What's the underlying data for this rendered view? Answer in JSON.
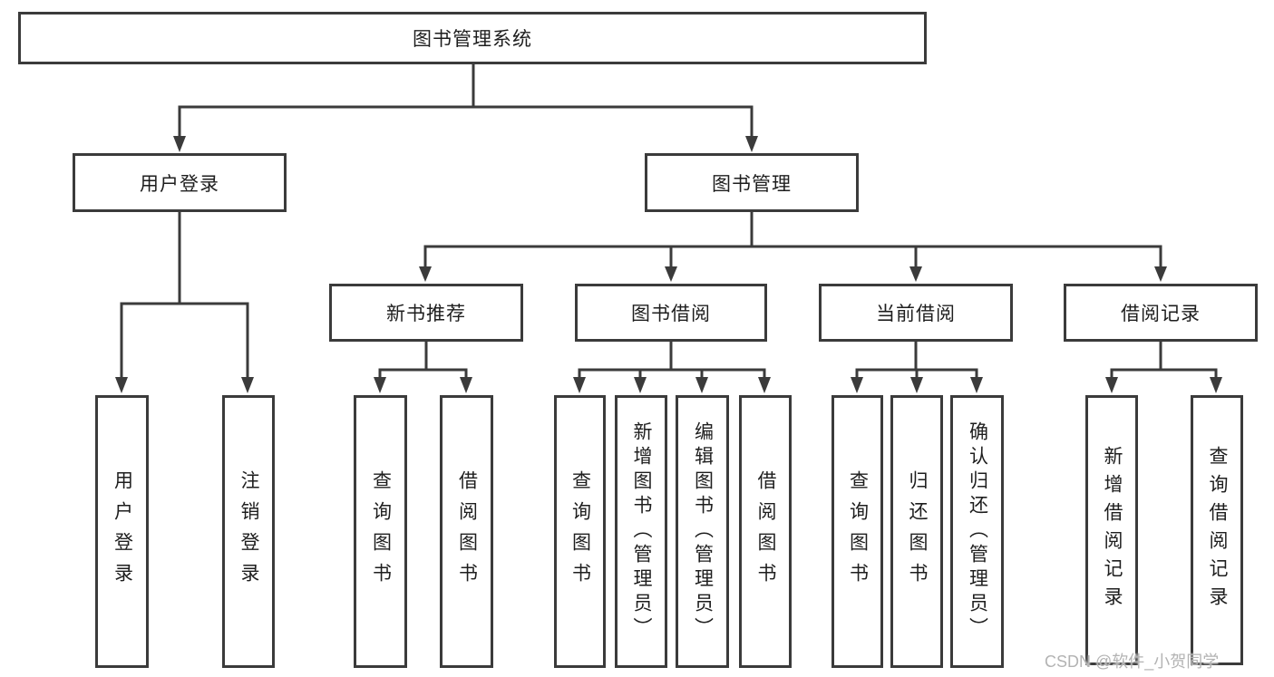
{
  "diagram": {
    "type": "tree-diagram",
    "colors": {
      "line": "#3b3b3b",
      "box_border": "#3b3b3b",
      "box_fill": "#ffffff",
      "text": "#1e1e1e",
      "watermark": "#b3b3b3"
    },
    "nodes": {
      "root": {
        "label": "图书管理系统"
      },
      "user_login": {
        "label": "用户登录"
      },
      "book_mgmt": {
        "label": "图书管理"
      },
      "new_book_rec": {
        "label": "新书推荐"
      },
      "book_borrow": {
        "label": "图书借阅"
      },
      "current_borrow": {
        "label": "当前借阅"
      },
      "borrow_record": {
        "label": "借阅记录"
      },
      "leaf_user_login": {
        "label": "用户登录"
      },
      "leaf_logout": {
        "label": "注销登录"
      },
      "leaf_query_book_1": {
        "label": "查询图书"
      },
      "leaf_borrow_book_1": {
        "label": "借阅图书"
      },
      "leaf_query_book_2": {
        "label": "查询图书"
      },
      "leaf_add_book": {
        "label": "新增图书（管理员）"
      },
      "leaf_edit_book": {
        "label": "编辑图书（管理员）"
      },
      "leaf_borrow_book_2": {
        "label": "借阅图书"
      },
      "leaf_query_book_3": {
        "label": "查询图书"
      },
      "leaf_return_book": {
        "label": "归还图书"
      },
      "leaf_confirm_return": {
        "label": "确认归还（管理员）"
      },
      "leaf_add_record": {
        "label": "新增借阅记录"
      },
      "leaf_query_record": {
        "label": "查询借阅记录"
      }
    },
    "edges": [
      [
        "root",
        "user_login"
      ],
      [
        "root",
        "book_mgmt"
      ],
      [
        "user_login",
        "leaf_user_login"
      ],
      [
        "user_login",
        "leaf_logout"
      ],
      [
        "book_mgmt",
        "new_book_rec"
      ],
      [
        "book_mgmt",
        "book_borrow"
      ],
      [
        "book_mgmt",
        "current_borrow"
      ],
      [
        "book_mgmt",
        "borrow_record"
      ],
      [
        "new_book_rec",
        "leaf_query_book_1"
      ],
      [
        "new_book_rec",
        "leaf_borrow_book_1"
      ],
      [
        "book_borrow",
        "leaf_query_book_2"
      ],
      [
        "book_borrow",
        "leaf_add_book"
      ],
      [
        "book_borrow",
        "leaf_edit_book"
      ],
      [
        "book_borrow",
        "leaf_borrow_book_2"
      ],
      [
        "current_borrow",
        "leaf_query_book_3"
      ],
      [
        "current_borrow",
        "leaf_return_book"
      ],
      [
        "current_borrow",
        "leaf_confirm_return"
      ],
      [
        "borrow_record",
        "leaf_add_record"
      ],
      [
        "borrow_record",
        "leaf_query_record"
      ]
    ]
  },
  "watermark": {
    "text": "CSDN @软件_小贺同学"
  }
}
